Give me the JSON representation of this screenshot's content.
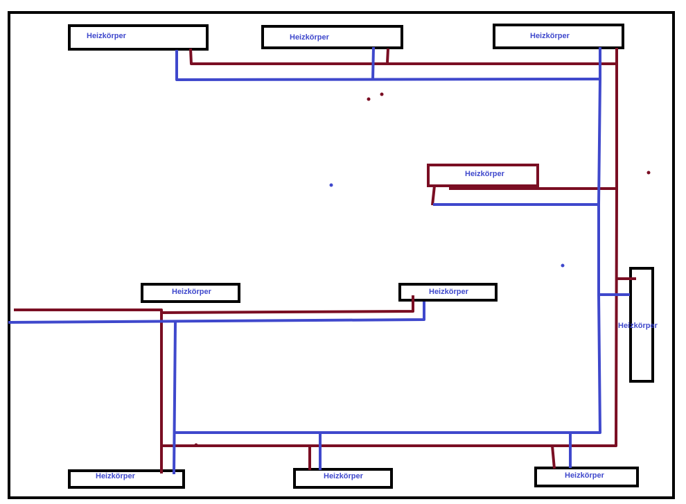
{
  "colors": {
    "supply_pipe": "#7a0e23",
    "return_pipe": "#3f48cc",
    "frame": "#000000",
    "label": "#3f48cc"
  },
  "radiators": [
    {
      "label": "Heizkörper"
    },
    {
      "label": "Heizkörper"
    },
    {
      "label": "Heizkörper"
    },
    {
      "label": "Heizkörper"
    },
    {
      "label": "Heizkörper"
    },
    {
      "label": "Heizkörper"
    },
    {
      "label": "Heizkörper"
    },
    {
      "label": "Heizkörper"
    },
    {
      "label": "Heizkörper"
    },
    {
      "label": "Heizkörper"
    }
  ]
}
